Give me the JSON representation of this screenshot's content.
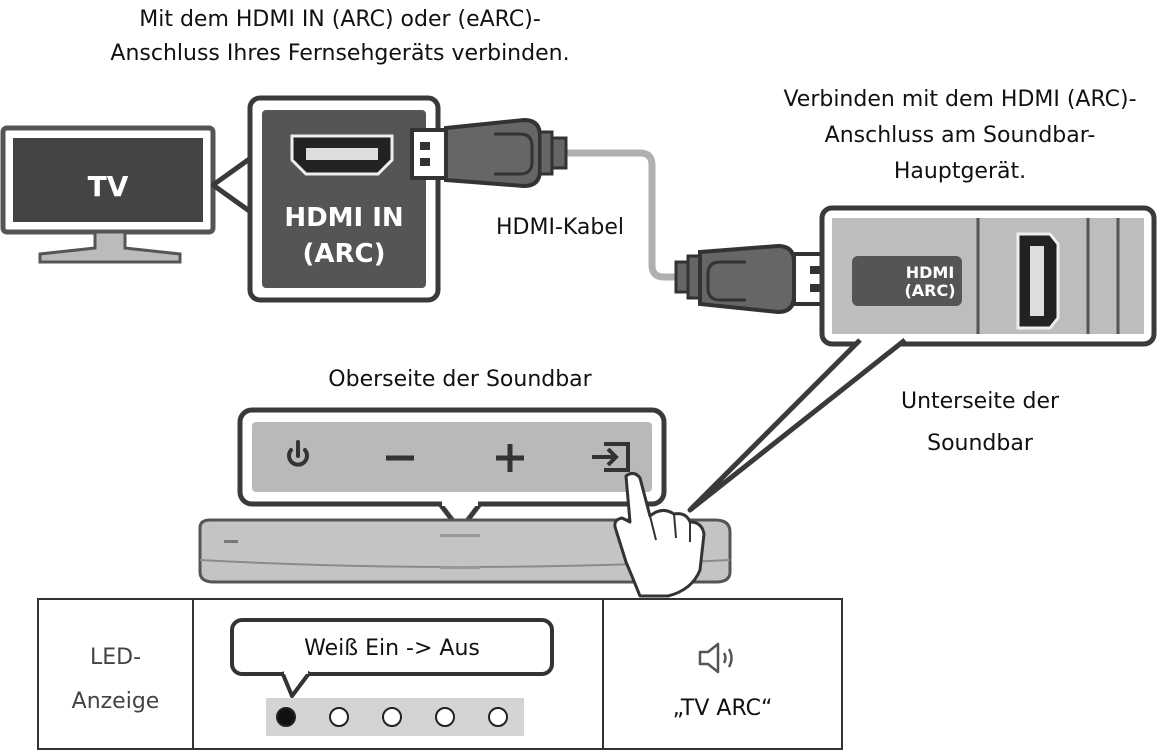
{
  "captions": {
    "tv_connect_line1": "Mit dem HDMI IN (ARC) oder (eARC)-",
    "tv_connect_line2": "Anschluss Ihres Fernsehgeräts verbinden.",
    "soundbar_connect_line1": "Verbinden mit dem HDMI (ARC)-",
    "soundbar_connect_line2": "Anschluss am Soundbar-",
    "soundbar_connect_line3": "Hauptgerät.",
    "hdmi_cable": "HDMI-Kabel",
    "top_of_soundbar": "Oberseite der Soundbar",
    "bottom_of_soundbar_line1": "Unterseite der",
    "bottom_of_soundbar_line2": "Soundbar"
  },
  "tv": {
    "label": "TV"
  },
  "tv_port": {
    "label_line1": "HDMI IN",
    "label_line2": "(ARC)"
  },
  "soundbar_port": {
    "label_line1": "HDMI",
    "label_line2": "(ARC)"
  },
  "buttons": [
    {
      "icon": "power-icon"
    },
    {
      "icon": "minus-icon"
    },
    {
      "icon": "plus-icon"
    },
    {
      "icon": "source-input-icon"
    }
  ],
  "led_table": {
    "label_line1": "LED-",
    "label_line2": "Anzeige",
    "status_bubble": "Weiß Ein -> Aus",
    "leds": [
      {
        "state": "on"
      },
      {
        "state": "off"
      },
      {
        "state": "off"
      },
      {
        "state": "off"
      },
      {
        "state": "off"
      }
    ],
    "speaker_icon": "speaker-sound-icon",
    "voice_prompt": "„TV ARC“"
  },
  "colors": {
    "panel_gray": "#b9b9b9",
    "dark_gray": "#555555",
    "frame_dark": "#3a3a3a",
    "cable_gray": "#b0b0b0"
  }
}
